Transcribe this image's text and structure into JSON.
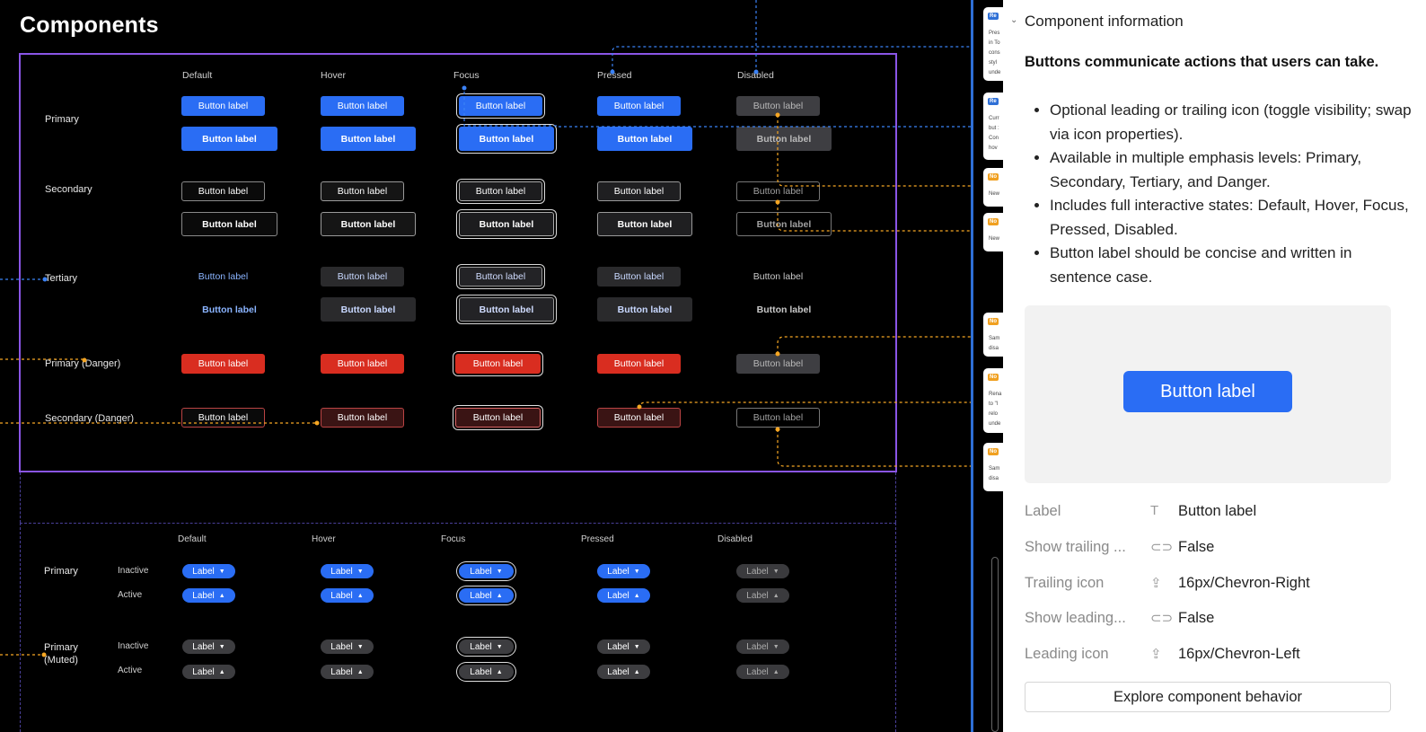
{
  "canvas": {
    "title": "Components",
    "button_columns": [
      "Default",
      "Hover",
      "Focus",
      "Pressed",
      "Disabled"
    ],
    "button_rows": [
      "Primary",
      "Secondary",
      "Tertiary",
      "Primary (Danger)",
      "Secondary (Danger)"
    ],
    "button_label": "Button label",
    "chip_columns": [
      "Default",
      "Hover",
      "Focus",
      "Pressed",
      "Disabled"
    ],
    "chip_rows": [
      "Primary",
      "Primary (Muted)"
    ],
    "chip_states": [
      "Inactive",
      "Active"
    ],
    "chip_label": "Label"
  },
  "notes": [
    {
      "tag": "Re",
      "tag_color": "#2e6fd6",
      "lines": [
        "Pres",
        "in To",
        "cons",
        "styl",
        "unde"
      ]
    },
    {
      "tag": "Re",
      "tag_color": "#2e6fd6",
      "lines": [
        "Curr",
        "but :",
        "Con",
        "hov"
      ]
    },
    {
      "tag": "No",
      "tag_color": "#f0a020",
      "lines": [
        "New"
      ]
    },
    {
      "tag": "No",
      "tag_color": "#f0a020",
      "lines": [
        "New"
      ]
    },
    {
      "tag": "No",
      "tag_color": "#f0a020",
      "lines": [
        "Sam",
        "disa"
      ]
    },
    {
      "tag": "No",
      "tag_color": "#f0a020",
      "lines": [
        "Rena",
        "to \"l",
        "relo",
        "unde"
      ]
    },
    {
      "tag": "No",
      "tag_color": "#f0a020",
      "lines": [
        "Sam",
        "disa"
      ]
    }
  ],
  "panel": {
    "section_title": "Component information",
    "description": "Buttons communicate actions that users can take.",
    "bullets": [
      "Optional leading or trailing icon (toggle visibility; swap via icon properties).",
      "Available in multiple emphasis levels: Primary, Secondary, Tertiary, and Danger.",
      "Includes full interactive states: Default, Hover, Focus, Pressed, Disabled.",
      "Button label should be concise and written in sentence case."
    ],
    "preview_label": "Button label",
    "properties": [
      {
        "name": "Label",
        "icon": "text-icon",
        "glyph": "T",
        "value": "Button label"
      },
      {
        "name": "Show trailing ...",
        "icon": "toggle-icon",
        "glyph": "⊂⊃",
        "value": "False"
      },
      {
        "name": "Trailing icon",
        "icon": "swap-instance-icon",
        "glyph": "⇪",
        "value": "16px/Chevron-Right"
      },
      {
        "name": "Show leading...",
        "icon": "toggle-icon",
        "glyph": "⊂⊃",
        "value": "False"
      },
      {
        "name": "Leading icon",
        "icon": "swap-instance-icon",
        "glyph": "⇪",
        "value": "16px/Chevron-Left"
      }
    ],
    "explore_button": "Explore component behavior"
  },
  "colors": {
    "primary": "#2a6df4",
    "danger": "#d92d20",
    "frame": "#8a55e6",
    "connector_blue": "#3b82f6",
    "connector_orange": "#f5a623"
  }
}
